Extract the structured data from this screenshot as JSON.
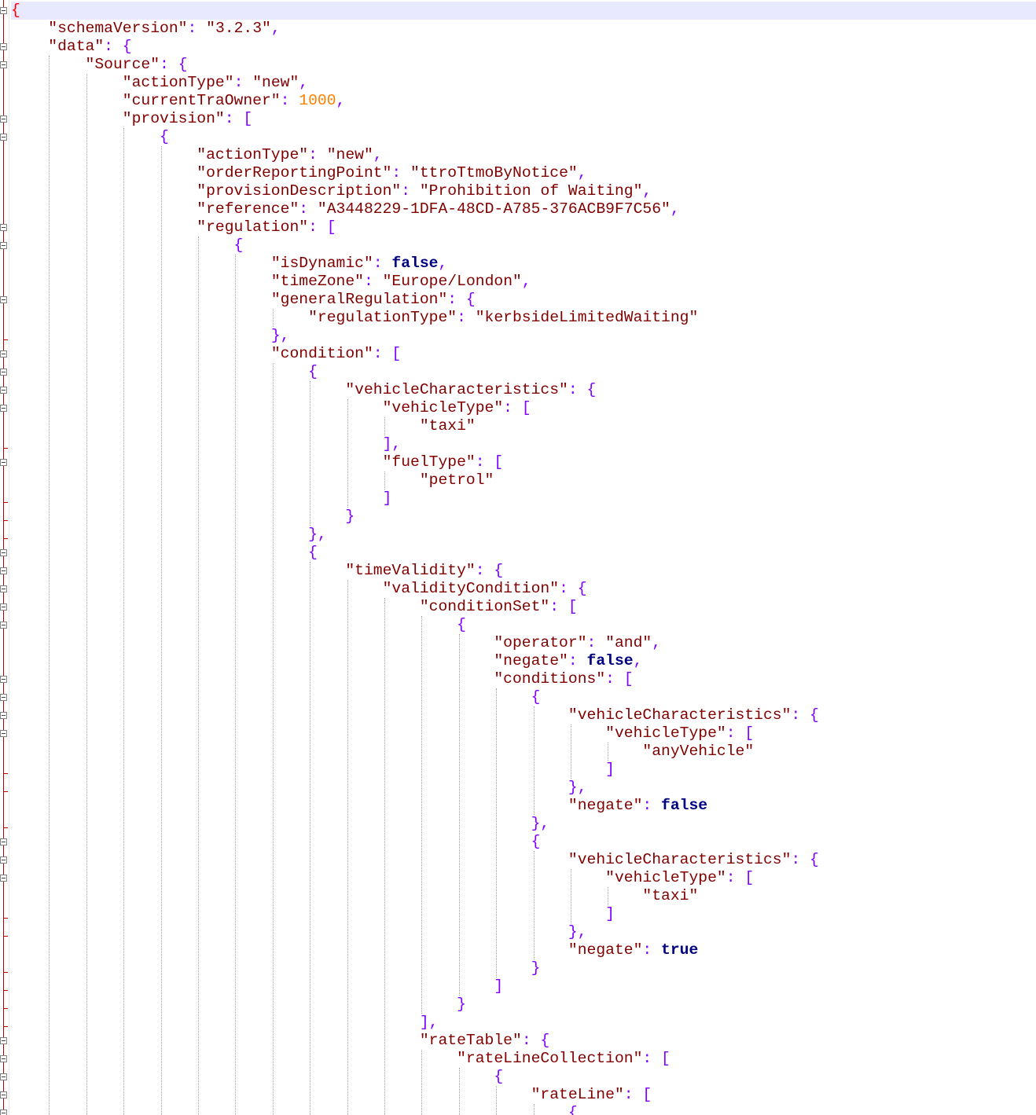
{
  "editor": {
    "indent_unit": "    ",
    "colors": {
      "key": "#800000",
      "string": "#800000",
      "number": "#ff8000",
      "keyword": "#000080",
      "operator": "#8000ff",
      "current_line": "#e8e8ff",
      "fold_margin": "#b80000"
    },
    "lines": [
      {
        "indent": 0,
        "tokens": [
          {
            "t": "{",
            "c": "brace-root"
          }
        ]
      },
      {
        "indent": 1,
        "tokens": [
          {
            "t": "\"schemaVersion\"",
            "c": "key"
          },
          {
            "t": ": ",
            "c": "op"
          },
          {
            "t": "\"3.2.3\"",
            "c": "str"
          },
          {
            "t": ",",
            "c": "op"
          }
        ]
      },
      {
        "indent": 1,
        "tokens": [
          {
            "t": "\"data\"",
            "c": "key"
          },
          {
            "t": ": {",
            "c": "op"
          }
        ]
      },
      {
        "indent": 2,
        "tokens": [
          {
            "t": "\"Source\"",
            "c": "key"
          },
          {
            "t": ": {",
            "c": "op"
          }
        ]
      },
      {
        "indent": 3,
        "tokens": [
          {
            "t": "\"actionType\"",
            "c": "key"
          },
          {
            "t": ": ",
            "c": "op"
          },
          {
            "t": "\"new\"",
            "c": "str"
          },
          {
            "t": ",",
            "c": "op"
          }
        ]
      },
      {
        "indent": 3,
        "tokens": [
          {
            "t": "\"currentTraOwner\"",
            "c": "key"
          },
          {
            "t": ": ",
            "c": "op"
          },
          {
            "t": "1000",
            "c": "num"
          },
          {
            "t": ",",
            "c": "op"
          }
        ]
      },
      {
        "indent": 3,
        "tokens": [
          {
            "t": "\"provision\"",
            "c": "key"
          },
          {
            "t": ": [",
            "c": "op"
          }
        ]
      },
      {
        "indent": 4,
        "tokens": [
          {
            "t": "{",
            "c": "op"
          }
        ]
      },
      {
        "indent": 5,
        "tokens": [
          {
            "t": "\"actionType\"",
            "c": "key"
          },
          {
            "t": ": ",
            "c": "op"
          },
          {
            "t": "\"new\"",
            "c": "str"
          },
          {
            "t": ",",
            "c": "op"
          }
        ]
      },
      {
        "indent": 5,
        "tokens": [
          {
            "t": "\"orderReportingPoint\"",
            "c": "key"
          },
          {
            "t": ": ",
            "c": "op"
          },
          {
            "t": "\"ttroTtmoByNotice\"",
            "c": "str"
          },
          {
            "t": ",",
            "c": "op"
          }
        ]
      },
      {
        "indent": 5,
        "tokens": [
          {
            "t": "\"provisionDescription\"",
            "c": "key"
          },
          {
            "t": ": ",
            "c": "op"
          },
          {
            "t": "\"Prohibition of Waiting\"",
            "c": "str"
          },
          {
            "t": ",",
            "c": "op"
          }
        ]
      },
      {
        "indent": 5,
        "tokens": [
          {
            "t": "\"reference\"",
            "c": "key"
          },
          {
            "t": ": ",
            "c": "op"
          },
          {
            "t": "\"A3448229-1DFA-48CD-A785-376ACB9F7C56\"",
            "c": "str"
          },
          {
            "t": ",",
            "c": "op"
          }
        ]
      },
      {
        "indent": 5,
        "tokens": [
          {
            "t": "\"regulation\"",
            "c": "key"
          },
          {
            "t": ": [",
            "c": "op"
          }
        ]
      },
      {
        "indent": 6,
        "tokens": [
          {
            "t": "{",
            "c": "op"
          }
        ]
      },
      {
        "indent": 7,
        "tokens": [
          {
            "t": "\"isDynamic\"",
            "c": "key"
          },
          {
            "t": ": ",
            "c": "op"
          },
          {
            "t": "false",
            "c": "kw"
          },
          {
            "t": ",",
            "c": "op"
          }
        ]
      },
      {
        "indent": 7,
        "tokens": [
          {
            "t": "\"timeZone\"",
            "c": "key"
          },
          {
            "t": ": ",
            "c": "op"
          },
          {
            "t": "\"Europe/London\"",
            "c": "str"
          },
          {
            "t": ",",
            "c": "op"
          }
        ]
      },
      {
        "indent": 7,
        "tokens": [
          {
            "t": "\"generalRegulation\"",
            "c": "key"
          },
          {
            "t": ": {",
            "c": "op"
          }
        ]
      },
      {
        "indent": 8,
        "tokens": [
          {
            "t": "\"regulationType\"",
            "c": "key"
          },
          {
            "t": ": ",
            "c": "op"
          },
          {
            "t": "\"kerbsideLimitedWaiting\"",
            "c": "str"
          }
        ]
      },
      {
        "indent": 7,
        "tokens": [
          {
            "t": "},",
            "c": "op"
          }
        ]
      },
      {
        "indent": 7,
        "tokens": [
          {
            "t": "\"condition\"",
            "c": "key"
          },
          {
            "t": ": [",
            "c": "op"
          }
        ]
      },
      {
        "indent": 8,
        "tokens": [
          {
            "t": "{",
            "c": "op"
          }
        ]
      },
      {
        "indent": 9,
        "tokens": [
          {
            "t": "\"vehicleCharacteristics\"",
            "c": "key"
          },
          {
            "t": ": {",
            "c": "op"
          }
        ]
      },
      {
        "indent": 10,
        "tokens": [
          {
            "t": "\"vehicleType\"",
            "c": "key"
          },
          {
            "t": ": [",
            "c": "op"
          }
        ]
      },
      {
        "indent": 11,
        "tokens": [
          {
            "t": "\"taxi\"",
            "c": "str"
          }
        ]
      },
      {
        "indent": 10,
        "tokens": [
          {
            "t": "],",
            "c": "op"
          }
        ]
      },
      {
        "indent": 10,
        "tokens": [
          {
            "t": "\"fuelType\"",
            "c": "key"
          },
          {
            "t": ": [",
            "c": "op"
          }
        ]
      },
      {
        "indent": 11,
        "tokens": [
          {
            "t": "\"petrol\"",
            "c": "str"
          }
        ]
      },
      {
        "indent": 10,
        "tokens": [
          {
            "t": "]",
            "c": "op"
          }
        ]
      },
      {
        "indent": 9,
        "tokens": [
          {
            "t": "}",
            "c": "op"
          }
        ]
      },
      {
        "indent": 8,
        "tokens": [
          {
            "t": "},",
            "c": "op"
          }
        ]
      },
      {
        "indent": 8,
        "tokens": [
          {
            "t": "{",
            "c": "op"
          }
        ]
      },
      {
        "indent": 9,
        "tokens": [
          {
            "t": "\"timeValidity\"",
            "c": "key"
          },
          {
            "t": ": {",
            "c": "op"
          }
        ]
      },
      {
        "indent": 10,
        "tokens": [
          {
            "t": "\"validityCondition\"",
            "c": "key"
          },
          {
            "t": ": {",
            "c": "op"
          }
        ]
      },
      {
        "indent": 11,
        "tokens": [
          {
            "t": "\"conditionSet\"",
            "c": "key"
          },
          {
            "t": ": [",
            "c": "op"
          }
        ]
      },
      {
        "indent": 12,
        "tokens": [
          {
            "t": "{",
            "c": "op"
          }
        ]
      },
      {
        "indent": 13,
        "tokens": [
          {
            "t": "\"operator\"",
            "c": "key"
          },
          {
            "t": ": ",
            "c": "op"
          },
          {
            "t": "\"and\"",
            "c": "str"
          },
          {
            "t": ",",
            "c": "op"
          }
        ]
      },
      {
        "indent": 13,
        "tokens": [
          {
            "t": "\"negate\"",
            "c": "key"
          },
          {
            "t": ": ",
            "c": "op"
          },
          {
            "t": "false",
            "c": "kw"
          },
          {
            "t": ",",
            "c": "op"
          }
        ]
      },
      {
        "indent": 13,
        "tokens": [
          {
            "t": "\"conditions\"",
            "c": "key"
          },
          {
            "t": ": [",
            "c": "op"
          }
        ]
      },
      {
        "indent": 14,
        "tokens": [
          {
            "t": "{",
            "c": "op"
          }
        ]
      },
      {
        "indent": 15,
        "tokens": [
          {
            "t": "\"vehicleCharacteristics\"",
            "c": "key"
          },
          {
            "t": ": {",
            "c": "op"
          }
        ]
      },
      {
        "indent": 16,
        "tokens": [
          {
            "t": "\"vehicleType\"",
            "c": "key"
          },
          {
            "t": ": [",
            "c": "op"
          }
        ]
      },
      {
        "indent": 17,
        "tokens": [
          {
            "t": "\"anyVehicle\"",
            "c": "str"
          }
        ]
      },
      {
        "indent": 16,
        "tokens": [
          {
            "t": "]",
            "c": "op"
          }
        ]
      },
      {
        "indent": 15,
        "tokens": [
          {
            "t": "},",
            "c": "op"
          }
        ]
      },
      {
        "indent": 15,
        "tokens": [
          {
            "t": "\"negate\"",
            "c": "key"
          },
          {
            "t": ": ",
            "c": "op"
          },
          {
            "t": "false",
            "c": "kw"
          }
        ]
      },
      {
        "indent": 14,
        "tokens": [
          {
            "t": "},",
            "c": "op"
          }
        ]
      },
      {
        "indent": 14,
        "tokens": [
          {
            "t": "{",
            "c": "op"
          }
        ]
      },
      {
        "indent": 15,
        "tokens": [
          {
            "t": "\"vehicleCharacteristics\"",
            "c": "key"
          },
          {
            "t": ": {",
            "c": "op"
          }
        ]
      },
      {
        "indent": 16,
        "tokens": [
          {
            "t": "\"vehicleType\"",
            "c": "key"
          },
          {
            "t": ": [",
            "c": "op"
          }
        ]
      },
      {
        "indent": 17,
        "tokens": [
          {
            "t": "\"taxi\"",
            "c": "str"
          }
        ]
      },
      {
        "indent": 16,
        "tokens": [
          {
            "t": "]",
            "c": "op"
          }
        ]
      },
      {
        "indent": 15,
        "tokens": [
          {
            "t": "},",
            "c": "op"
          }
        ]
      },
      {
        "indent": 15,
        "tokens": [
          {
            "t": "\"negate\"",
            "c": "key"
          },
          {
            "t": ": ",
            "c": "op"
          },
          {
            "t": "true",
            "c": "kw"
          }
        ]
      },
      {
        "indent": 14,
        "tokens": [
          {
            "t": "}",
            "c": "op"
          }
        ]
      },
      {
        "indent": 13,
        "tokens": [
          {
            "t": "]",
            "c": "op"
          }
        ]
      },
      {
        "indent": 12,
        "tokens": [
          {
            "t": "}",
            "c": "op"
          }
        ]
      },
      {
        "indent": 11,
        "tokens": [
          {
            "t": "],",
            "c": "op"
          }
        ]
      },
      {
        "indent": 11,
        "tokens": [
          {
            "t": "\"rateTable\"",
            "c": "key"
          },
          {
            "t": ": {",
            "c": "op"
          }
        ]
      },
      {
        "indent": 12,
        "tokens": [
          {
            "t": "\"rateLineCollection\"",
            "c": "key"
          },
          {
            "t": ": [",
            "c": "op"
          }
        ]
      },
      {
        "indent": 13,
        "tokens": [
          {
            "t": "{",
            "c": "op"
          }
        ]
      },
      {
        "indent": 14,
        "tokens": [
          {
            "t": "\"rateLine\"",
            "c": "key"
          },
          {
            "t": ": [",
            "c": "op"
          }
        ]
      },
      {
        "indent": 15,
        "tokens": [
          {
            "t": "{",
            "c": "op"
          }
        ]
      }
    ]
  }
}
